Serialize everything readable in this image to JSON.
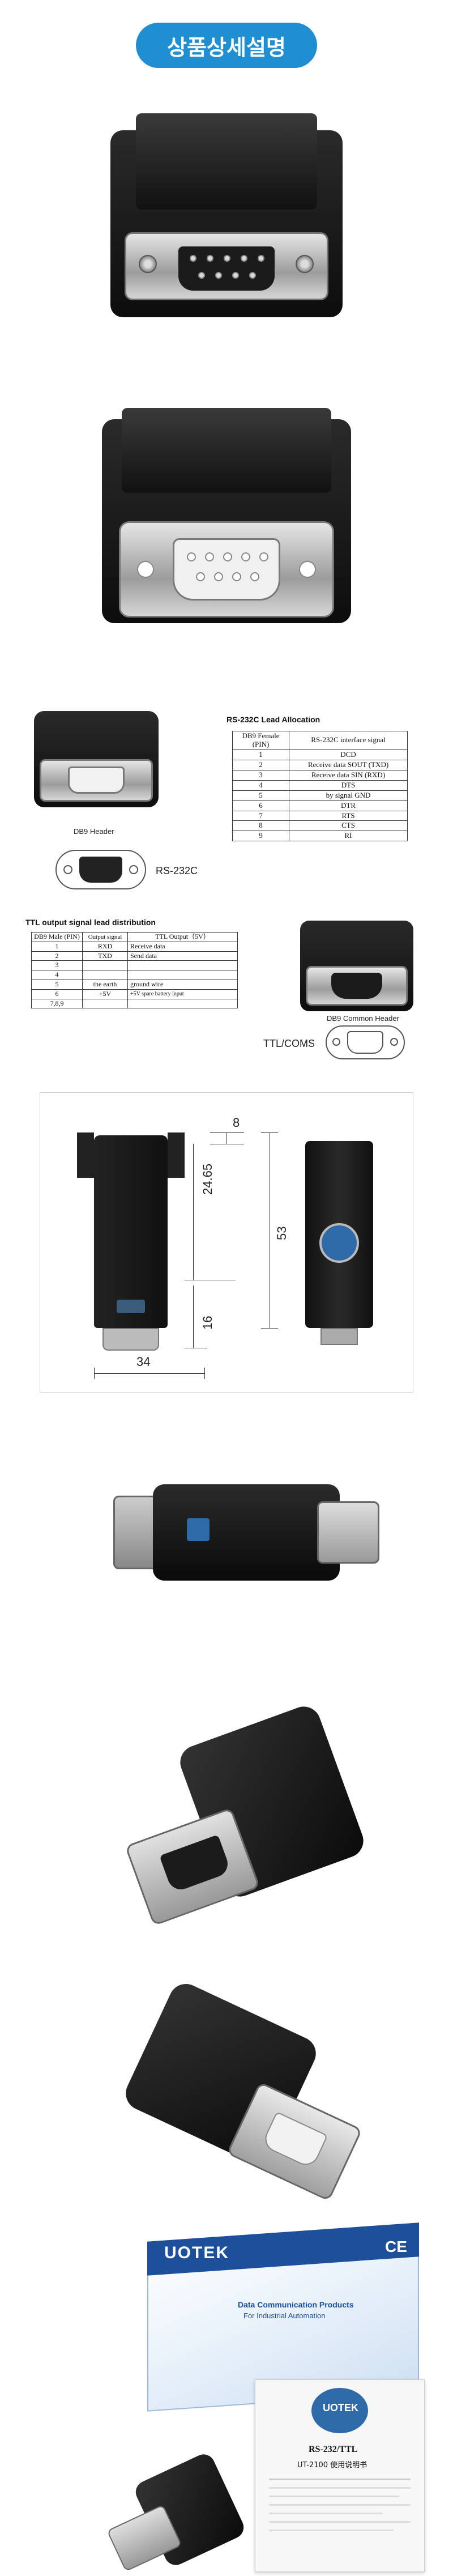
{
  "header": {
    "title": "상품상세설명"
  },
  "rs232": {
    "title": "RS-232C Lead Allocation",
    "col_pin": "DB9 Female (PIN)",
    "col_signal": "RS-232C interface signal",
    "rows": [
      {
        "pin": "1",
        "signal": "DCD"
      },
      {
        "pin": "2",
        "signal": "Receive data SOUT (TXD)"
      },
      {
        "pin": "3",
        "signal": "Receive data SIN (RXD)"
      },
      {
        "pin": "4",
        "signal": "DTS"
      },
      {
        "pin": "5",
        "signal": "by signal GND"
      },
      {
        "pin": "6",
        "signal": "DTR"
      },
      {
        "pin": "7",
        "signal": "RTS"
      },
      {
        "pin": "8",
        "signal": "CTS"
      },
      {
        "pin": "9",
        "signal": "RI"
      }
    ],
    "header_caption": "DB9 Header",
    "port_label": "RS-232C"
  },
  "ttl": {
    "title": "TTL output signal lead distribution",
    "col_pin": "DB9 Male (PIN)",
    "col_signal": "Output signal",
    "col_output": "TTL Output（5V）",
    "rows": [
      {
        "pin": "1",
        "signal": "RXD",
        "output": "Receive data"
      },
      {
        "pin": "2",
        "signal": "TXD",
        "output": "Send data"
      },
      {
        "pin": "3",
        "signal": "",
        "output": ""
      },
      {
        "pin": "4",
        "signal": "",
        "output": ""
      },
      {
        "pin": "5",
        "signal": "the earth",
        "output": "ground wire"
      },
      {
        "pin": "6",
        "signal": "+5V",
        "output": "+5V spare battery input"
      },
      {
        "pin": "7,8,9",
        "signal": "",
        "output": ""
      }
    ],
    "header_caption": "DB9 Common Header",
    "port_label": "TTL/COMS"
  },
  "dimensions": {
    "d8": "8",
    "d24_65": "24.65",
    "d53": "53",
    "d16": "16",
    "d34": "34"
  },
  "box": {
    "brand": "UOTEK",
    "tagline_1": "Data Communication Products",
    "tagline_2": "For Industrial Automation",
    "ce": "CE",
    "manual_title": "RS-232/TTL",
    "manual_sub": "UT-2100 使用说明书"
  }
}
